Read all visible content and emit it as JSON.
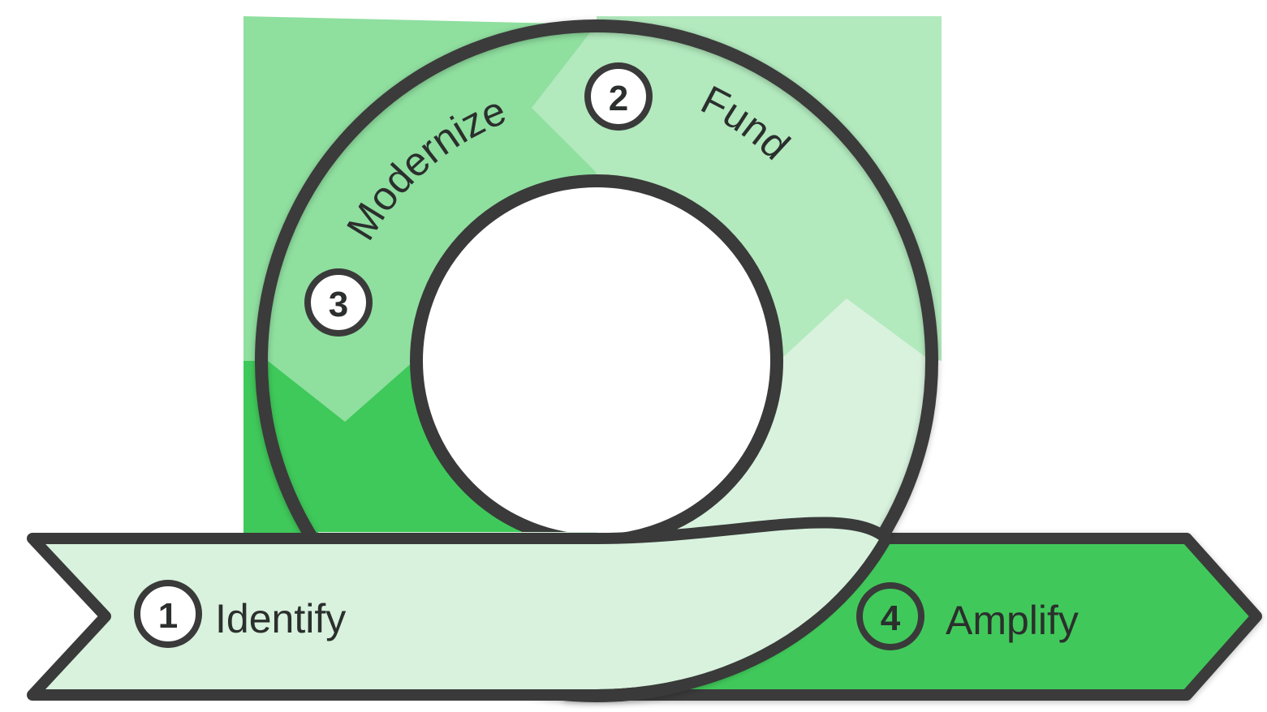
{
  "diagram": {
    "steps": [
      {
        "number": "1",
        "label": "Identify"
      },
      {
        "number": "2",
        "label": "Fund"
      },
      {
        "number": "3",
        "label": "Modernize"
      },
      {
        "number": "4",
        "label": "Amplify"
      }
    ],
    "colors": {
      "outline": "#3a3a3a",
      "identify_fill": "#d8f2dd",
      "fund_fill": "#b2e9bd",
      "modernize_fill": "#8fdf9f",
      "amplify_fill": "#3fc95a",
      "badge_fill": "#ffffff"
    },
    "icons": {
      "badge": "numbered-circle-icon"
    }
  }
}
